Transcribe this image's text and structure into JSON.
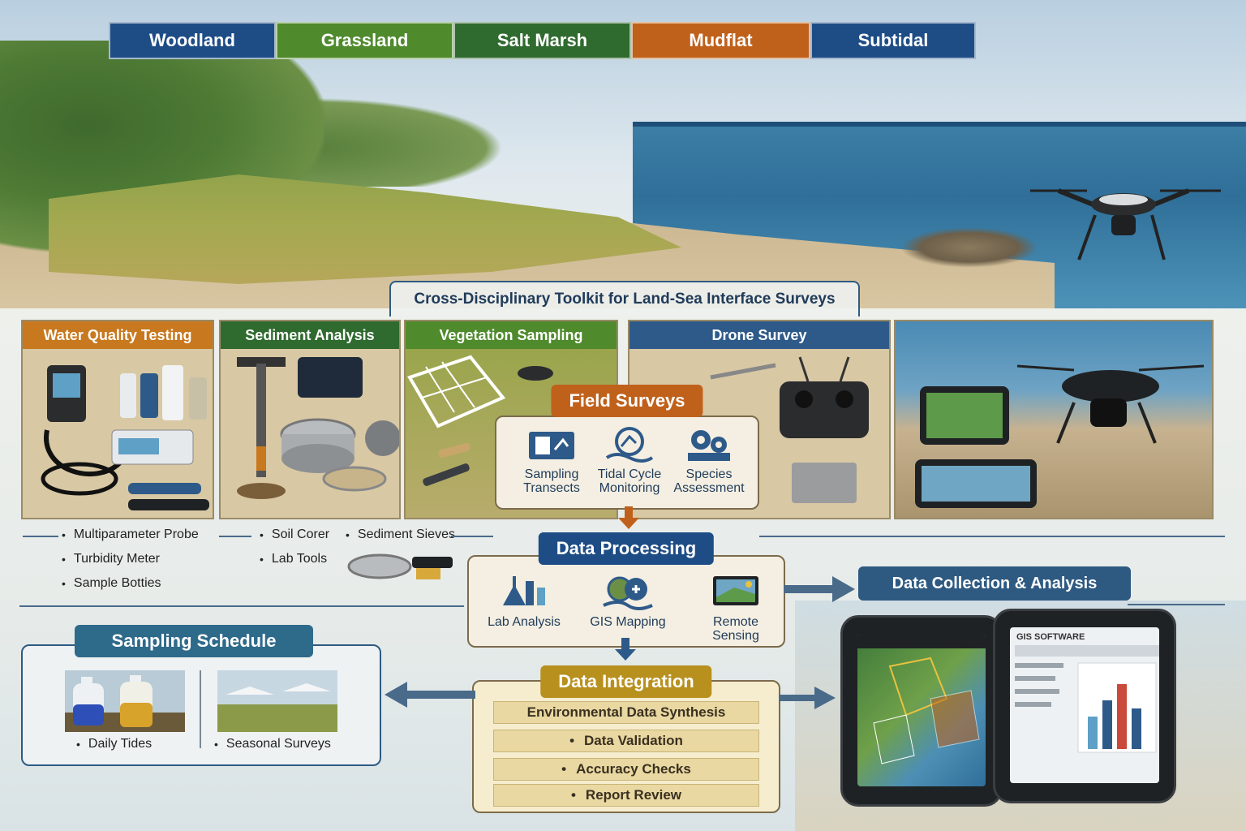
{
  "zones": [
    {
      "label": "Woodland",
      "color": "#1e4d86"
    },
    {
      "label": "Grassland",
      "color": "#4f8a2d"
    },
    {
      "label": "Salt Marsh",
      "color": "#2f6a2f"
    },
    {
      "label": "Mudflat",
      "color": "#c0611b"
    },
    {
      "label": "Subtidal",
      "color": "#1e4d86"
    }
  ],
  "title": "Cross-Disciplinary Toolkit for Land-Sea Interface Surveys",
  "categories": [
    {
      "label": "Water Quality Testing",
      "color": "#c8781e"
    },
    {
      "label": "Sediment Analysis",
      "color": "#2f6a2f"
    },
    {
      "label": "Vegetation Sampling",
      "color": "#4f8a2d"
    },
    {
      "label": "Drone Survey",
      "color": "#2e5a8a"
    }
  ],
  "water_items": [
    "Multiparameter Probe",
    "Turbidity Meter",
    "Sample Botties"
  ],
  "sediment_items": [
    "Soil Corer",
    "Lab Tools"
  ],
  "sieve_item": "Sediment Sieves",
  "field_surveys": {
    "title": "Field Surveys",
    "color": "#c0611b",
    "tools": [
      {
        "label": "Sampling Transects",
        "icon": "transect-icon"
      },
      {
        "label": "Tidal Cycle Monitoring",
        "icon": "tidal-cycle-icon"
      },
      {
        "label": "Species Assessment",
        "icon": "gears-icon"
      }
    ]
  },
  "data_processing": {
    "title": "Data Processing",
    "color": "#1e4d86",
    "tools": [
      {
        "label": "Lab Analysis",
        "icon": "flask-icon"
      },
      {
        "label": "GIS Mapping",
        "icon": "gis-icon"
      },
      {
        "label": "Remote Sensing",
        "icon": "satellite-screen-icon"
      }
    ]
  },
  "data_integration": {
    "title": "Data Integration",
    "color": "#b8901e",
    "items": [
      "Environmental Data Synthesis",
      "Data Validation",
      "Accuracy Checks",
      "Report Review"
    ]
  },
  "data_collection": {
    "title": "Data Collection & Analysis",
    "color": "#2e5a82"
  },
  "sampling_schedule": {
    "title": "Sampling Schedule",
    "color": "#2e6a8a",
    "items": [
      "Daily Tides",
      "Seasonal Surveys"
    ]
  },
  "tablet_label": "GIS SOFTWARE"
}
